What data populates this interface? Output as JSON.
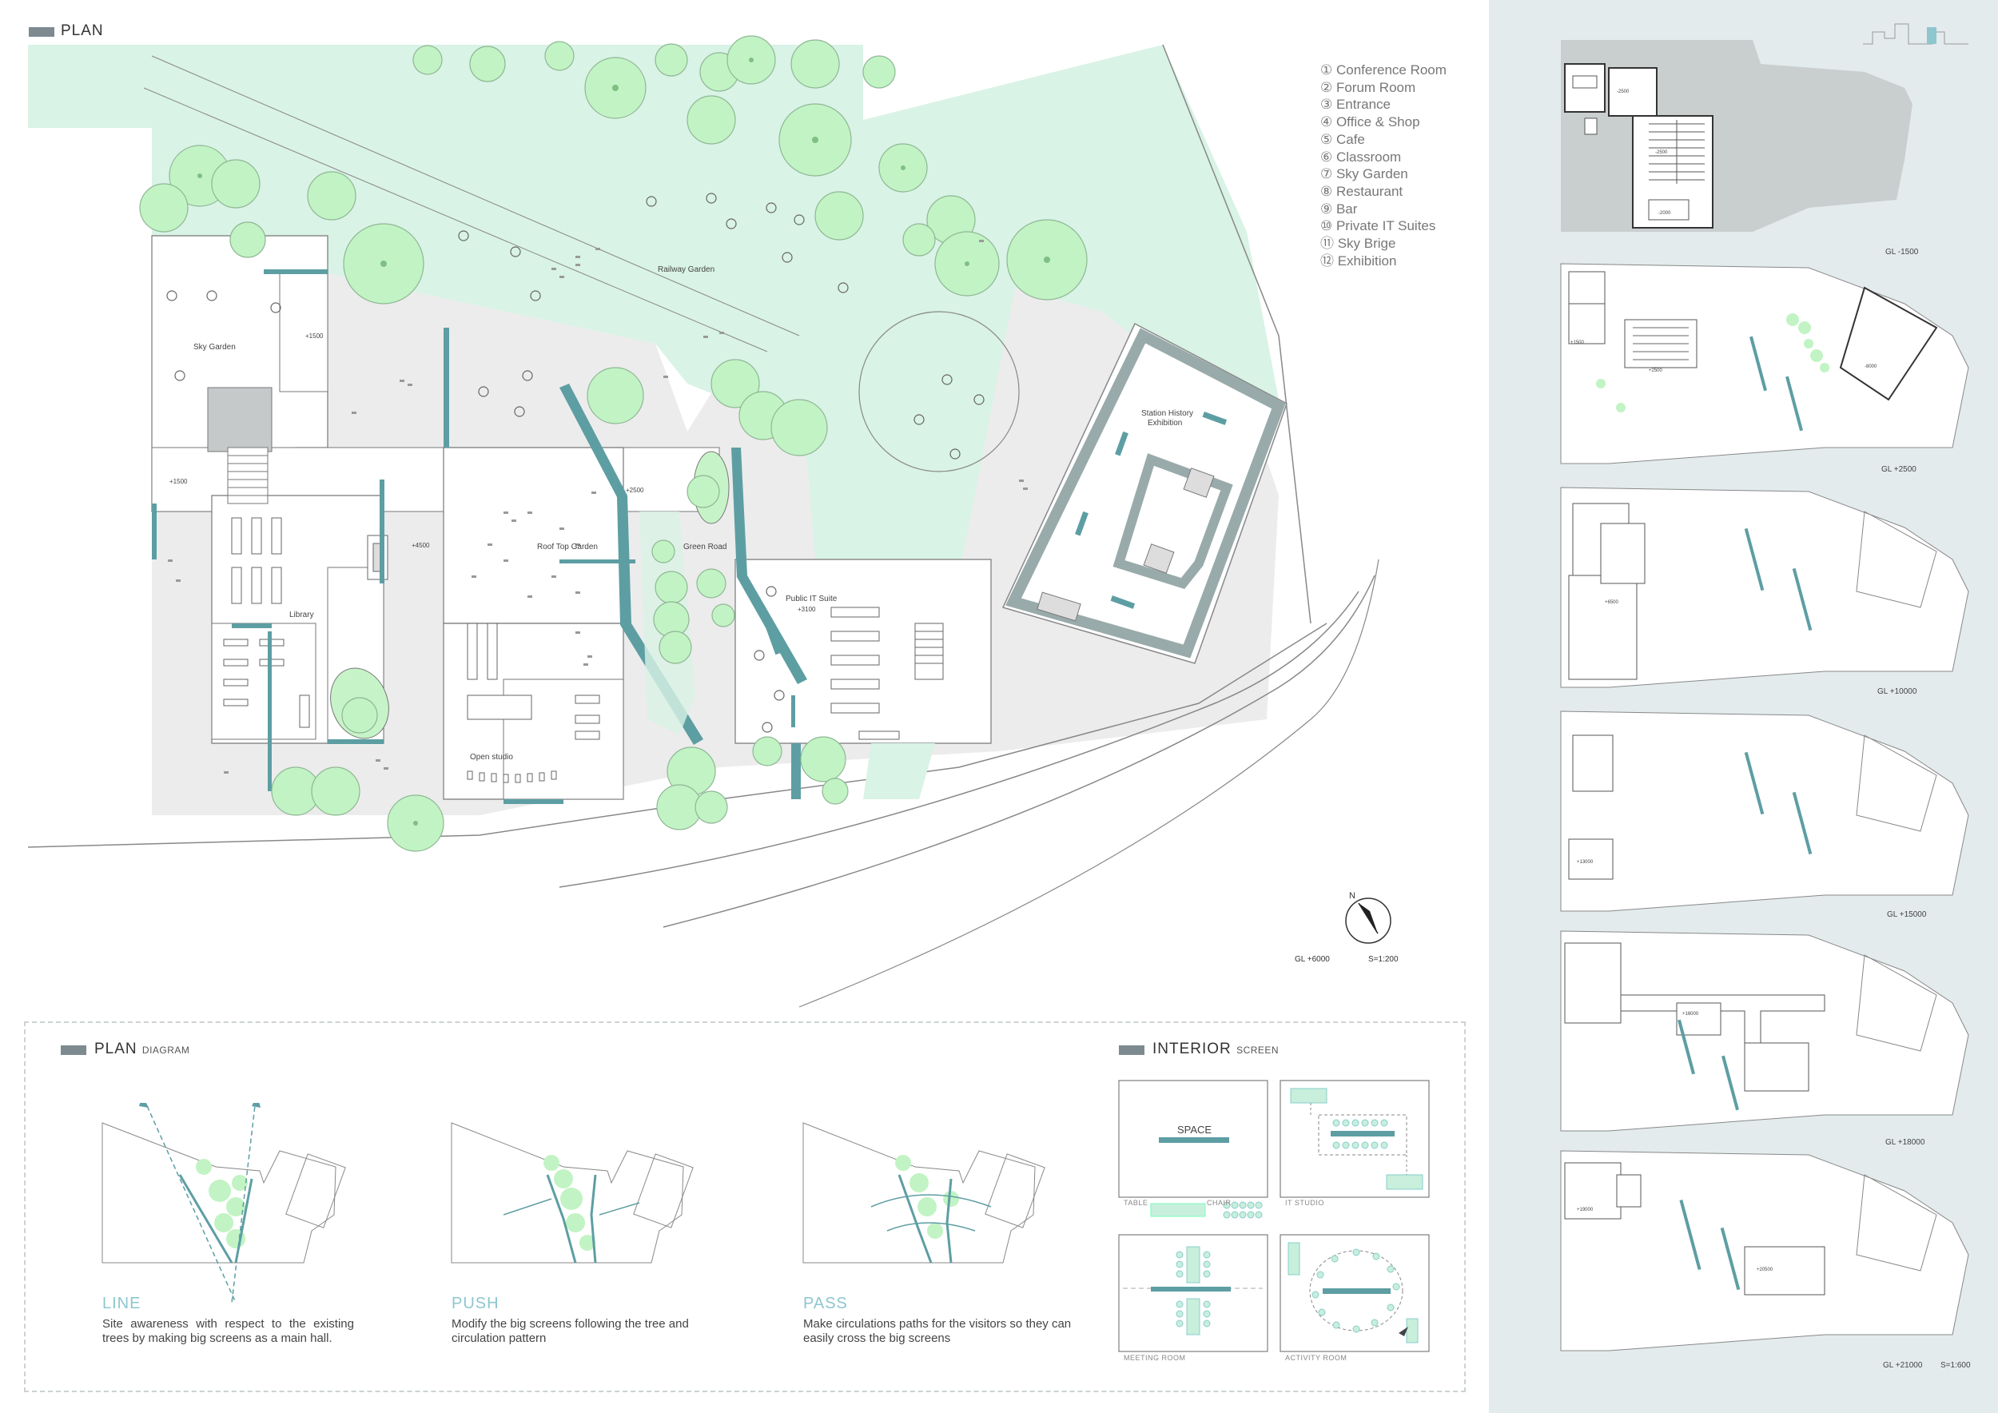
{
  "plan": {
    "header": "PLAN",
    "legend": [
      "① Conference Room",
      "② Forum Room",
      "③ Entrance",
      "④ Office & Shop",
      "⑤ Cafe",
      "⑥ Classroom",
      "⑦ Sky Garden",
      "⑧ Restaurant",
      "⑨ Bar",
      "⑩ Private IT Suites",
      "⑪ Sky Brige",
      "⑫ Exhibition"
    ],
    "labels": {
      "railway_garden": "Railway Garden",
      "sky_garden": "Sky Garden",
      "library": "Library",
      "roof_top_garden": "Roof Top Garden",
      "green_road": "Green Road",
      "public_it_suite": "Public IT Suite",
      "open_studio": "Open studio",
      "station_history": "Station History",
      "exhibition": "Exhibition",
      "lvl_1500a": "+1500",
      "lvl_1500b": "+1500",
      "lvl_4500": "+4500",
      "lvl_2500": "+2500",
      "lvl_3100": "+3100"
    },
    "compass": "N",
    "level": "GL +6000",
    "scale": "S=1:200"
  },
  "diagram": {
    "header": "PLAN",
    "header_sub": "DIAGRAM",
    "items": [
      {
        "title": "LINE",
        "text": "Site awareness with respect to the existing trees by making big screens as a main hall."
      },
      {
        "title": "PUSH",
        "text": "Modify the big screens following the tree and circulation pattern"
      },
      {
        "title": "PASS",
        "text": "Make circulations paths for the visitors so they can easily cross the big screens"
      }
    ]
  },
  "interior": {
    "header": "INTERIOR",
    "header_sub": "SCREEN",
    "space_label": "SPACE",
    "table_label": "TABLE",
    "chair_label": "CHAIR",
    "it_studio": "IT  STUDIO",
    "meeting_room": "MEETING  ROOM",
    "activity_room": "ACTIVITY  ROOM"
  },
  "levels": {
    "items": [
      {
        "label": "GL -1500",
        "marks": [
          "-2500",
          "-2500",
          "-2000"
        ]
      },
      {
        "label": "GL +2500",
        "marks": [
          "+1500",
          "+2500",
          "-8000"
        ]
      },
      {
        "label": "GL +10000",
        "marks": [
          "+6500"
        ]
      },
      {
        "label": "GL +15000",
        "marks": [
          "+13000"
        ]
      },
      {
        "label": "GL +18000",
        "marks": [
          "+16000"
        ]
      },
      {
        "label": "GL +21000",
        "marks": [
          "+19000",
          "+20500"
        ]
      }
    ],
    "scale": "S=1:600"
  },
  "colors": {
    "teal": "#5d9ea3",
    "light_green": "#d9f3e6",
    "tree": "#c2f3c4",
    "site_grey": "#ebecec",
    "panel": "#e3ebec"
  }
}
